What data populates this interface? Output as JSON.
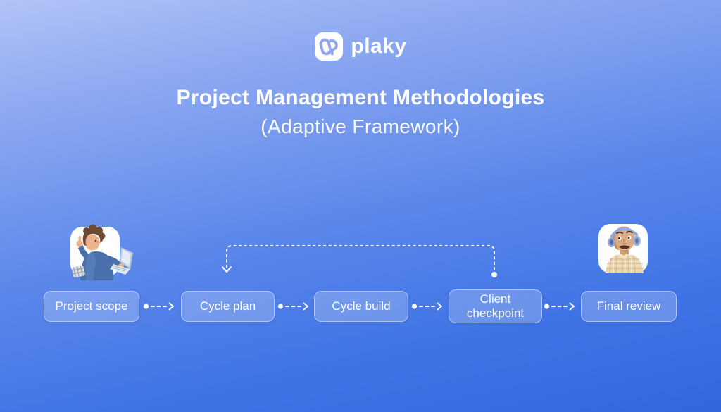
{
  "brand": {
    "name": "plaky"
  },
  "header": {
    "title": "Project Management Methodologies",
    "subtitle": "(Adaptive Framework)"
  },
  "flow": {
    "steps": [
      {
        "label": "Project scope"
      },
      {
        "label": "Cycle plan"
      },
      {
        "label": "Cycle build"
      },
      {
        "label": "Client checkpoint"
      },
      {
        "label": "Final review"
      }
    ],
    "loop": {
      "from": "Client checkpoint",
      "to": "Cycle plan",
      "style": "dotted"
    },
    "connector_style": "dot-dash-chevron"
  },
  "illustrations": [
    {
      "name": "person-with-laptop",
      "position": "left"
    },
    {
      "name": "person-with-headphones",
      "position": "right"
    }
  ],
  "colors": {
    "background_top": "#b1c4f7",
    "background_mid": "#4478e8",
    "background_bottom": "#3366dd",
    "box_fill": "rgba(255,255,255,0.22)",
    "box_border": "rgba(255,255,255,0.45)",
    "text": "#ffffff",
    "logo_glyph": "#8fa7f0"
  }
}
